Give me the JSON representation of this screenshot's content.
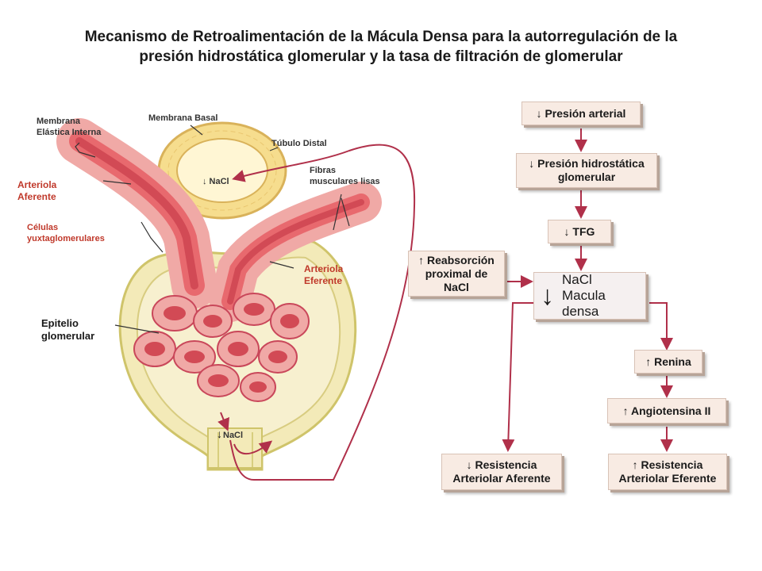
{
  "title": {
    "line1": "Mecanismo de Retroalimentación de la Mácula Densa para la autorregulación de la",
    "line2": "presión hidrostática glomerular y la tasa de filtración de glomerular"
  },
  "anatomy_labels": {
    "membrana_elastica_1": "Membrana",
    "membrana_elastica_2": "Elástica Interna",
    "membrana_basal": "Membrana Basal",
    "tubulo_distal": "Túbulo Distal",
    "nacl_tubule": "↓ NaCl",
    "fibras_1": "Fibras",
    "fibras_2": "musculares lisas",
    "arteriola_aferente_1": "Arteriola",
    "arteriola_aferente_2": "Aferente",
    "celulas_1": "Células",
    "celulas_2": "yuxtaglomerulares",
    "arteriola_eferente_1": "Arteriola",
    "arteriola_eferente_2": "Eferente",
    "epitelio_1": "Epitelio",
    "epitelio_2": "glomerular",
    "nacl_bottom": "NaCl"
  },
  "flowchart": {
    "presion_arterial": "↓ Presión arterial",
    "presion_hidro_1": "↓ Presión hidrostática",
    "presion_hidro_2": "glomerular",
    "tfg": "↓ TFG",
    "reabsorcion_1": "↑ Reabsorción",
    "reabsorcion_2": "proximal de",
    "reabsorcion_3": "NaCl",
    "macula_1": "NaCl",
    "macula_2": "Macula densa",
    "renina": "↑ Renina",
    "angiotensina": "↑ Angiotensina II",
    "res_aferente_1": "↓ Resistencia",
    "res_aferente_2": "Arteriolar Aferente",
    "res_eferente_1": "↑ Resistencia",
    "res_eferente_2": "Arteriolar Eferente"
  },
  "colors": {
    "arrow": "#b0304a",
    "label_red": "#c0392b",
    "capsule_fill": "#f3eab8",
    "capsule_edge": "#cfc46a",
    "vessel": "#e8696e",
    "box_fill": "#f8ebe3"
  }
}
